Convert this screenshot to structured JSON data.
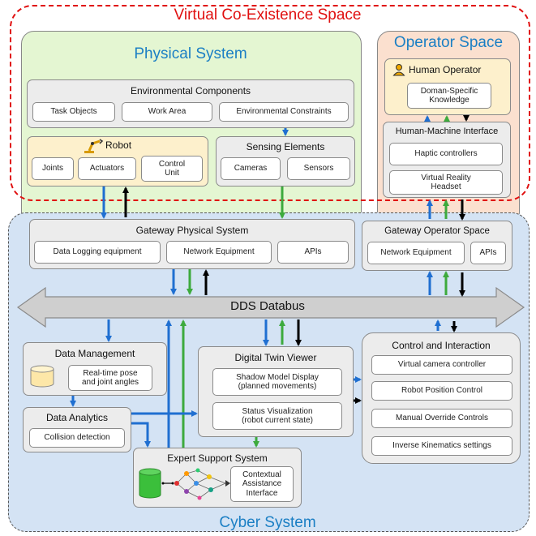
{
  "virtual_space": {
    "title": "Virtual Co-Existence Space"
  },
  "physical": {
    "title": "Physical System",
    "env": {
      "title": "Environmental Components",
      "items": [
        "Task Objects",
        "Work Area",
        "Environmental Constraints"
      ]
    },
    "robot": {
      "title": "Robot",
      "items": [
        "Joints",
        "Actuators",
        "Control\nUnit"
      ]
    },
    "sensing": {
      "title": "Sensing Elements",
      "items": [
        "Cameras",
        "Sensors"
      ]
    }
  },
  "operator": {
    "title": "Operator Space",
    "human": {
      "title": "Human Operator",
      "knowledge": "Doman-Specific\nKnowledge"
    },
    "hmi": {
      "title": "Human-Machine Interface",
      "items": [
        "Haptic controllers",
        "Virtual Reality\nHeadset"
      ]
    }
  },
  "cyber": {
    "title": "Cyber System",
    "gw_physical": {
      "title": "Gateway Physical System",
      "items": [
        "Data Logging equipment",
        "Network Equipment",
        "APIs"
      ]
    },
    "gw_operator": {
      "title": "Gateway Operator Space",
      "items": [
        "Network Equipment",
        "APIs"
      ]
    },
    "databus": "DDS Databus",
    "data_mgmt": {
      "title": "Data Management",
      "item": "Real-time pose\nand joint angles"
    },
    "analytics": {
      "title": "Data Analytics",
      "item": "Collision detection"
    },
    "twin": {
      "title": "Digital Twin Viewer",
      "items": [
        "Shadow Model Display\n(planned movements)",
        "Status Visualization\n(robot current state)"
      ]
    },
    "control": {
      "title": "Control and Interaction",
      "items": [
        "Virtual camera controller",
        "Robot Position Control",
        "Manual Override Controls",
        "Inverse Kinematics settings"
      ]
    },
    "expert": {
      "title": "Expert Support System",
      "item": "Contextual\nAssistance\nInterface"
    }
  },
  "colors": {
    "blue_arrow": "#1f6fd1",
    "green_arrow": "#3daa3d",
    "black_arrow": "#000000",
    "title_blue": "#1b7fc4",
    "dashed_red": "#e01010"
  }
}
